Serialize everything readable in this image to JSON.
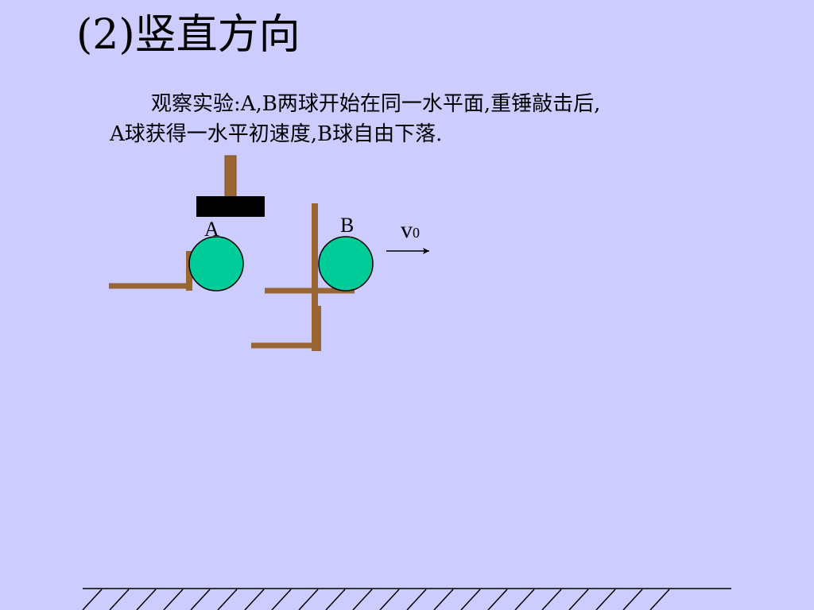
{
  "slide": {
    "title": "(2)竖直方向",
    "description": {
      "line1": "观察实验:A,B两球开始在同一水平面,重锤敲击后,",
      "line2": "A球获得一水平初速度,B球自由下落."
    }
  },
  "diagram": {
    "ball_a_label": "A",
    "ball_b_label": "B",
    "velocity_label": "v",
    "velocity_subscript": "0",
    "colors": {
      "background": "#ccccff",
      "ball": "#00cc99",
      "stand": "#996633",
      "hammer_head": "#000000"
    }
  }
}
